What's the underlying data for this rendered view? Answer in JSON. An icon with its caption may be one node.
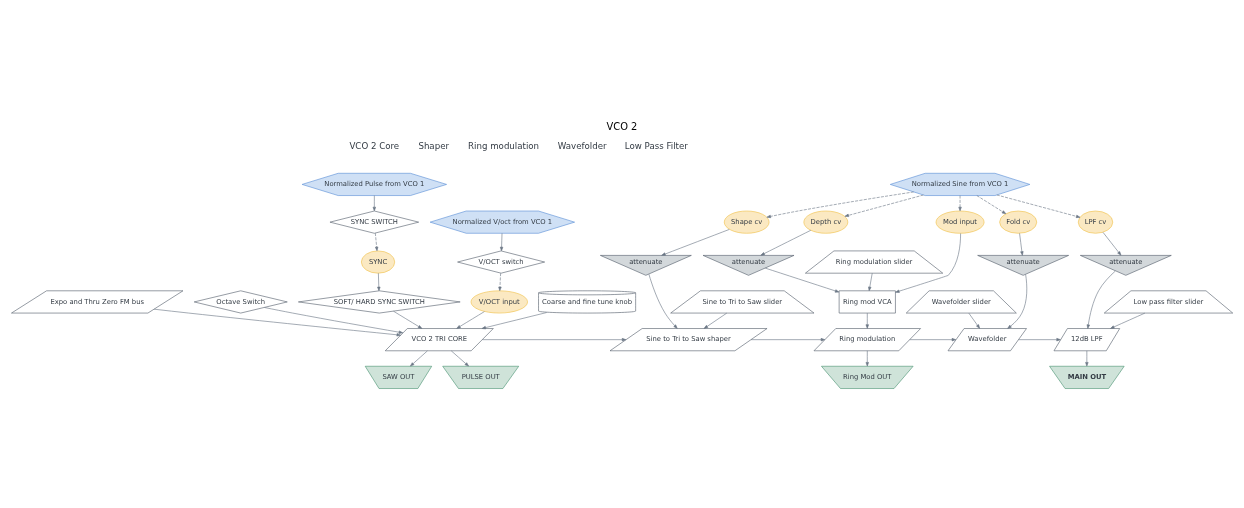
{
  "diagram": {
    "title": "VCO 2",
    "nodes": [
      {
        "text": [
          "Normalized Pulse from VCO 1"
        ]
      },
      {
        "text": [
          "Normalized V/oct from VCO 1"
        ]
      },
      {
        "text": [
          "SYNC SWITCH"
        ]
      },
      {
        "text": [
          "V/OCT switch"
        ]
      },
      {
        "text": [
          "Octave Switch"
        ]
      },
      {
        "text": [
          "SYNC"
        ]
      },
      {
        "text": [
          "V/OCT input"
        ]
      },
      {
        "text": [
          "Coarse and fine tune knob"
        ]
      },
      {
        "text": [
          "Expo and Thru Zero FM bus"
        ]
      },
      {
        "text": [
          "SOFT/ HARD SYNC SWITCH"
        ]
      },
      {
        "text": [
          "VCO 2 TRI CORE"
        ]
      },
      {
        "text": [
          "SAW OUT"
        ]
      },
      {
        "text": [
          "PULSE OUT"
        ]
      },
      {
        "text": [
          "Normalized Sine from VCO 1"
        ]
      },
      {
        "text": [
          "Shape cv"
        ]
      },
      {
        "text": [
          "Sine to Tri to Saw slider"
        ]
      },
      {
        "text": [
          "attenuate"
        ]
      },
      {
        "text": [
          "Sine to Tri to Saw shaper"
        ]
      },
      {
        "text": [
          "Mod input"
        ]
      },
      {
        "text": [
          "Depth cv"
        ]
      },
      {
        "text": [
          "Ring modulation slider"
        ]
      },
      {
        "text": [
          "attenuate"
        ]
      },
      {
        "text": [
          "Ring mod VCA"
        ]
      },
      {
        "text": [
          "Ring modulation"
        ]
      },
      {
        "text": [
          "Ring Mod OUT"
        ]
      },
      {
        "text": [
          "Fold cv"
        ]
      },
      {
        "text": [
          "Wavefolder slider"
        ]
      },
      {
        "text": [
          "attenuate"
        ]
      },
      {
        "text": [
          "Wavefolder"
        ]
      },
      {
        "text": [
          "LPF cv"
        ]
      },
      {
        "text": [
          "Low pass filter slider"
        ]
      },
      {
        "text": [
          "attenuate"
        ]
      },
      {
        "text": [
          "12dB LPF"
        ]
      },
      {
        "text": [
          "MAIN OUT"
        ]
      }
    ],
    "edges": [
      {
        "from": 0,
        "to": 2,
        "arrow": "to"
      },
      {
        "from": 1,
        "to": 3,
        "arrow": "to"
      },
      {
        "from": 2,
        "to": 5,
        "arrow": "to",
        "style": "dashed"
      },
      {
        "from": 3,
        "to": 6,
        "arrow": "to",
        "style": "dashed"
      },
      {
        "from": 5,
        "to": 9,
        "arrow": "to"
      },
      {
        "from": 9,
        "to": 10,
        "arrow": "to"
      },
      {
        "from": 6,
        "to": 10,
        "arrow": "to"
      },
      {
        "from": 4,
        "to": 10,
        "arrow": "to"
      },
      {
        "from": 7,
        "to": 10,
        "arrow": "to"
      },
      {
        "from": 8,
        "to": 10,
        "arrow": "to"
      },
      {
        "from": 10,
        "to": 11,
        "arrow": "to"
      },
      {
        "from": 10,
        "to": 12,
        "arrow": "to"
      },
      {
        "from": 10,
        "to": 17,
        "arrow": "to"
      },
      {
        "from": 13,
        "to": 14,
        "arrow": "to",
        "style": "dashed"
      },
      {
        "from": 13,
        "to": 18,
        "arrow": "to",
        "style": "dashed"
      },
      {
        "from": 13,
        "to": 19,
        "arrow": "to",
        "style": "dashed"
      },
      {
        "from": 13,
        "to": 25,
        "arrow": "to",
        "style": "dashed"
      },
      {
        "from": 13,
        "to": 29,
        "arrow": "to",
        "style": "dashed"
      },
      {
        "from": 14,
        "to": 16,
        "arrow": "to"
      },
      {
        "from": 15,
        "to": 17,
        "arrow": "to"
      },
      {
        "from": 16,
        "to": 17,
        "arrow": "to"
      },
      {
        "from": 17,
        "to": 23,
        "arrow": "to"
      },
      {
        "from": 18,
        "to": 22,
        "arrow": "to"
      },
      {
        "from": 19,
        "to": 21,
        "arrow": "to"
      },
      {
        "from": 20,
        "to": 22,
        "arrow": "to"
      },
      {
        "from": 21,
        "to": 22,
        "arrow": "to"
      },
      {
        "from": 22,
        "to": 23,
        "arrow": "to"
      },
      {
        "from": 23,
        "to": 24,
        "arrow": "to"
      },
      {
        "from": 23,
        "to": 28,
        "arrow": "to"
      },
      {
        "from": 25,
        "to": 27,
        "arrow": "to"
      },
      {
        "from": 26,
        "to": 28,
        "arrow": "to"
      },
      {
        "from": 27,
        "to": 28,
        "arrow": "to"
      },
      {
        "from": 28,
        "to": 32,
        "arrow": "to"
      },
      {
        "from": 29,
        "to": 31,
        "arrow": "to"
      },
      {
        "from": 30,
        "to": 32,
        "arrow": "to"
      },
      {
        "from": 31,
        "to": 32,
        "arrow": "to"
      },
      {
        "from": 32,
        "to": 33,
        "arrow": "to"
      }
    ],
    "labels": [
      "VCO 2 Core",
      "Shaper",
      "Ring modulation",
      "Wavefolder",
      "Low Pass Filter"
    ]
  }
}
